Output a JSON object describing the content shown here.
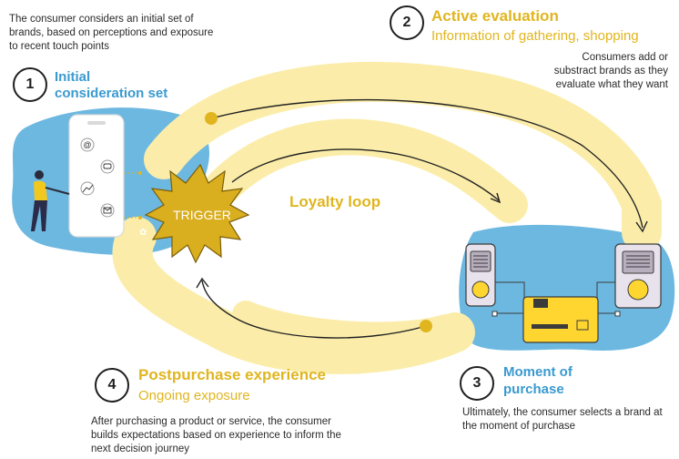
{
  "intro_text": "The consumer considers an initial set of brands, based on perceptions and exposure to recent touch points",
  "step1": {
    "number": "1",
    "title_line1": "Initial",
    "title_line2": "consideration set"
  },
  "step2": {
    "number": "2",
    "title": "Active evaluation",
    "subtitle": "Information of gathering, shopping",
    "description": "Consumers add or substract brands as they evaluate what they want"
  },
  "step3": {
    "number": "3",
    "title_line1": "Moment of",
    "title_line2": "purchase",
    "description": "Ultimately, the consumer selects a brand at the moment of purchase"
  },
  "step4": {
    "number": "4",
    "title": "Postpurchase experience",
    "subtitle": "Ongoing exposure",
    "description": "After purchasing a product or service, the consumer builds expectations based on experience to inform the next decision journey"
  },
  "trigger_label": "TRIGGER",
  "loyalty_label": "Loyalty loop",
  "phone_icons": [
    "at-sign-icon",
    "chat-icon",
    "trend-icon",
    "mail-icon"
  ],
  "colors": {
    "loop": "#fbeda9",
    "blob": "#6db8e0",
    "accent_gold": "#e0b51f",
    "accent_blue": "#3a9ad0",
    "trigger": "#d9ae1f"
  }
}
